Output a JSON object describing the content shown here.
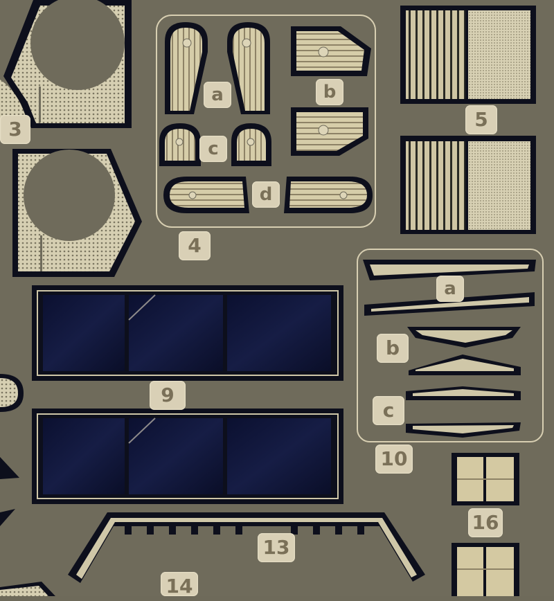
{
  "labels": {
    "fret_3": "3",
    "fret_4": "4",
    "fret_4a": "a",
    "fret_4b": "b",
    "fret_4c": "c",
    "fret_4d": "d",
    "fret_5": "5",
    "fret_9": "9",
    "fret_10": "10",
    "fret_10a": "a",
    "fret_10b": "b",
    "fret_10c": "c",
    "fret_13": "13",
    "fret_14": "14",
    "fret_16": "16"
  },
  "colors": {
    "brass_sheet": "#6e6a5a",
    "part_fill": "#cfc7a8",
    "etched_cutout": "#0d0f1c",
    "glass_panel": "#0f1433",
    "label_plate": "#d9d0b6"
  }
}
